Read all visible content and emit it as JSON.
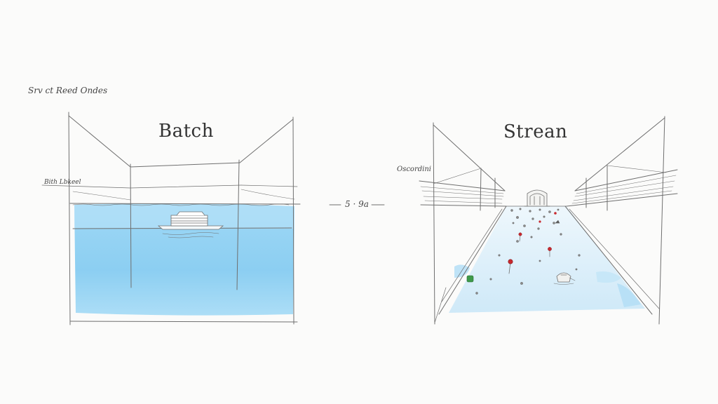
{
  "notes": {
    "corner": "Srv ct Reed Ondes",
    "batch_side": "Bith Lbkeel",
    "stream_side": "Oscordini",
    "center": "5 · 9a"
  },
  "batch": {
    "title": "Batch"
  },
  "stream": {
    "title": "Strean"
  },
  "colors": {
    "paper": "#fbfbfa",
    "pencil": "#6f6f6f",
    "water": "#8fd0f2",
    "water_light": "#d6eefa",
    "marker_red": "#c8282e",
    "marker_green": "#3e9a4a"
  },
  "icons": [
    "boat-sketch",
    "tunnel-gate-sketch",
    "buoy-marker",
    "small-boat-sketch"
  ]
}
